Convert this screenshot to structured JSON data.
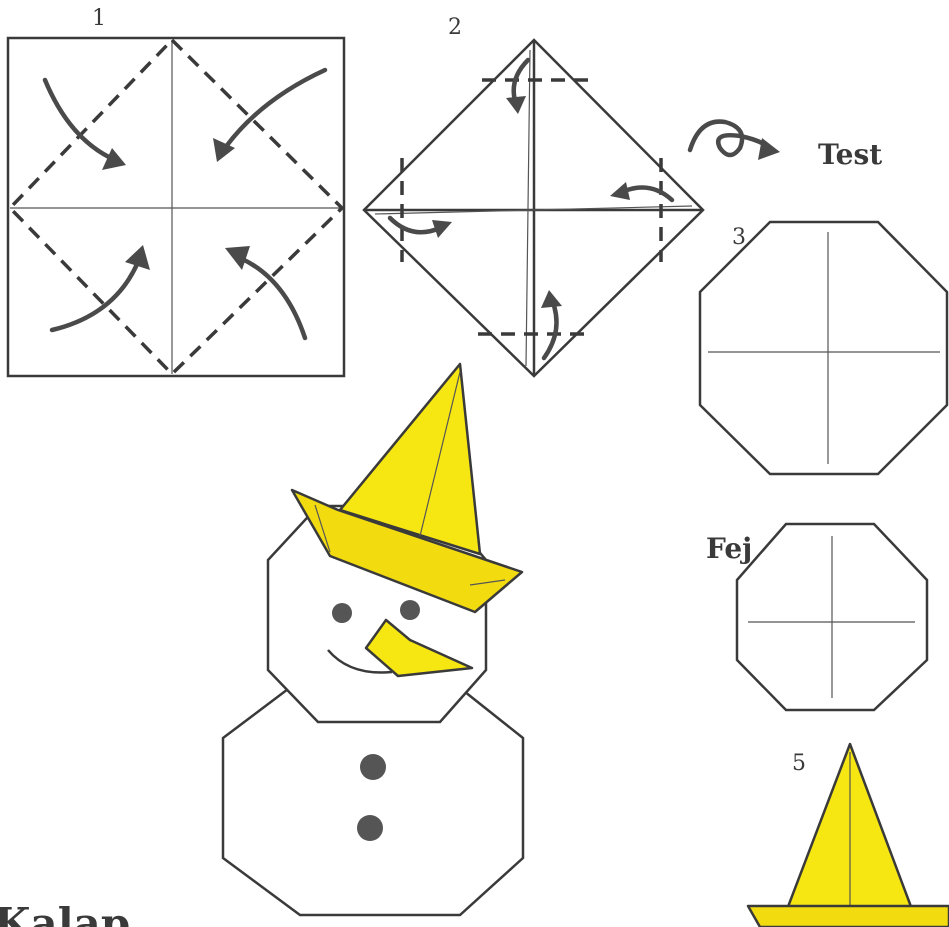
{
  "labels": {
    "step1": "1",
    "step2": "2",
    "flip_text": "Test",
    "step3": "3",
    "head": "Fej",
    "step5": "5",
    "hat": "Kalap"
  },
  "colors": {
    "paper_yellow": "#f6e712",
    "line": "#3a3a3a",
    "background": "#ffffff"
  }
}
